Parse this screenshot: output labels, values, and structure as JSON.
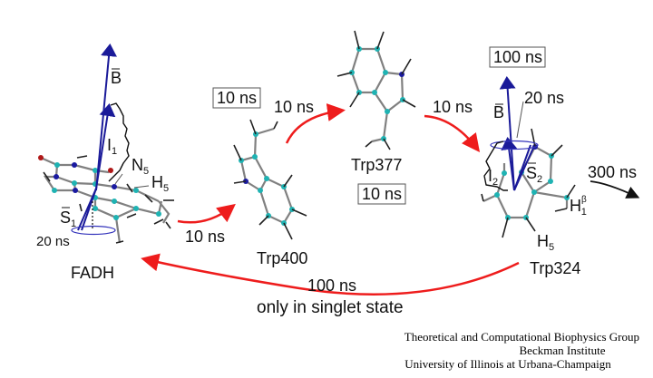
{
  "molecules": {
    "fadh": "FADH",
    "trp400": "Trp400",
    "trp377": "Trp377",
    "trp324": "Trp324"
  },
  "fadh_labels": {
    "b_vector": "B",
    "i_vector": "I",
    "i_sub": "1",
    "s_vector": "S",
    "s_sub": "1",
    "n_atom": "N",
    "n_sub": "5",
    "h_atom": "H",
    "h_sub": "5",
    "precession_time": "20 ns"
  },
  "trp324_labels": {
    "b_vector": "B",
    "i_vector": "I",
    "i_sub": "2",
    "s_vector": "S",
    "s_sub": "2",
    "h1_atom": "H",
    "h1_sub": "1",
    "h1_sup": "β",
    "h5_atom": "H",
    "h5_sub": "5",
    "precession_time": "20 ns",
    "box_time": "100 ns",
    "decay_time": "300 ns"
  },
  "transfers": {
    "fadh_to_trp400": "10 ns",
    "trp400_box": "10 ns",
    "trp400_to_trp377": "10 ns",
    "trp377_box": "10 ns",
    "trp377_to_trp324": "10 ns",
    "back_time": "100 ns",
    "back_note": "only in singlet state"
  },
  "credit": {
    "line1": "Theoretical and Computational Biophysics Group",
    "line2": "Beckman Institute",
    "line3": "University of Illinois at Urbana-Champaign"
  },
  "colors": {
    "arrow": "#ee1c1c",
    "vector": "#1a1a99",
    "carbon": "#1fb3b3",
    "nitrogen": "#1a1aa0",
    "oxygen": "#b01818"
  }
}
